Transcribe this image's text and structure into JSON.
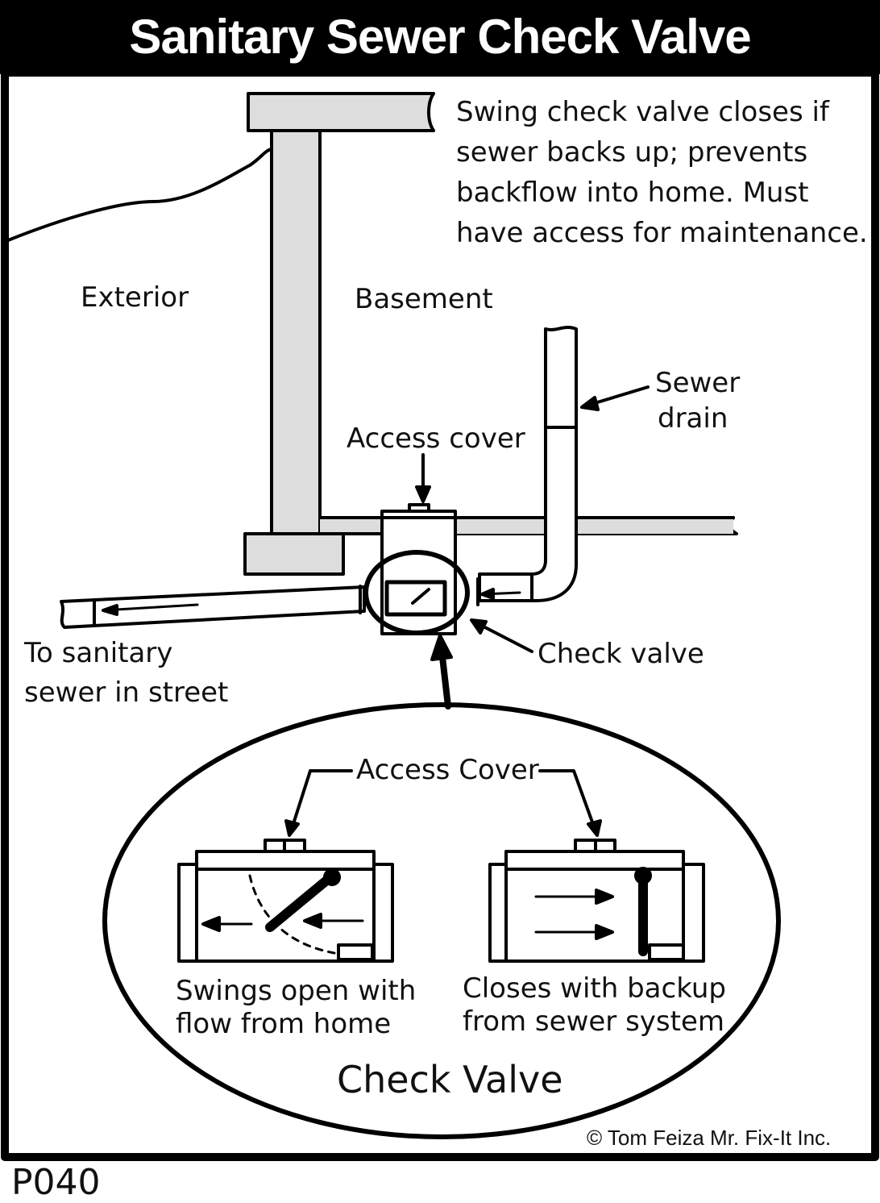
{
  "title": "Sanitary Sewer Check Valve",
  "note": "Swing check valve closes if\nsewer backs up; prevents\nbackflow into home. Must\nhave access for maintenance.",
  "labels": {
    "exterior": "Exterior",
    "basement": "Basement",
    "sewer_drain_line1": "Sewer",
    "sewer_drain_line2": "drain",
    "access_cover": "Access cover",
    "to_sanitary_line1": "To sanitary",
    "to_sanitary_line2": "sewer in street",
    "check_valve": "Check valve"
  },
  "detail": {
    "access_cover": "Access Cover",
    "open_line1": "Swings open with",
    "open_line2": "flow from home",
    "closed_line1": "Closes with backup",
    "closed_line2": "from sewer system",
    "heading": "Check Valve"
  },
  "copyright": "© Tom Feiza Mr. Fix-It Inc.",
  "code": "P040",
  "colors": {
    "ink": "#000000",
    "paper": "#ffffff"
  }
}
